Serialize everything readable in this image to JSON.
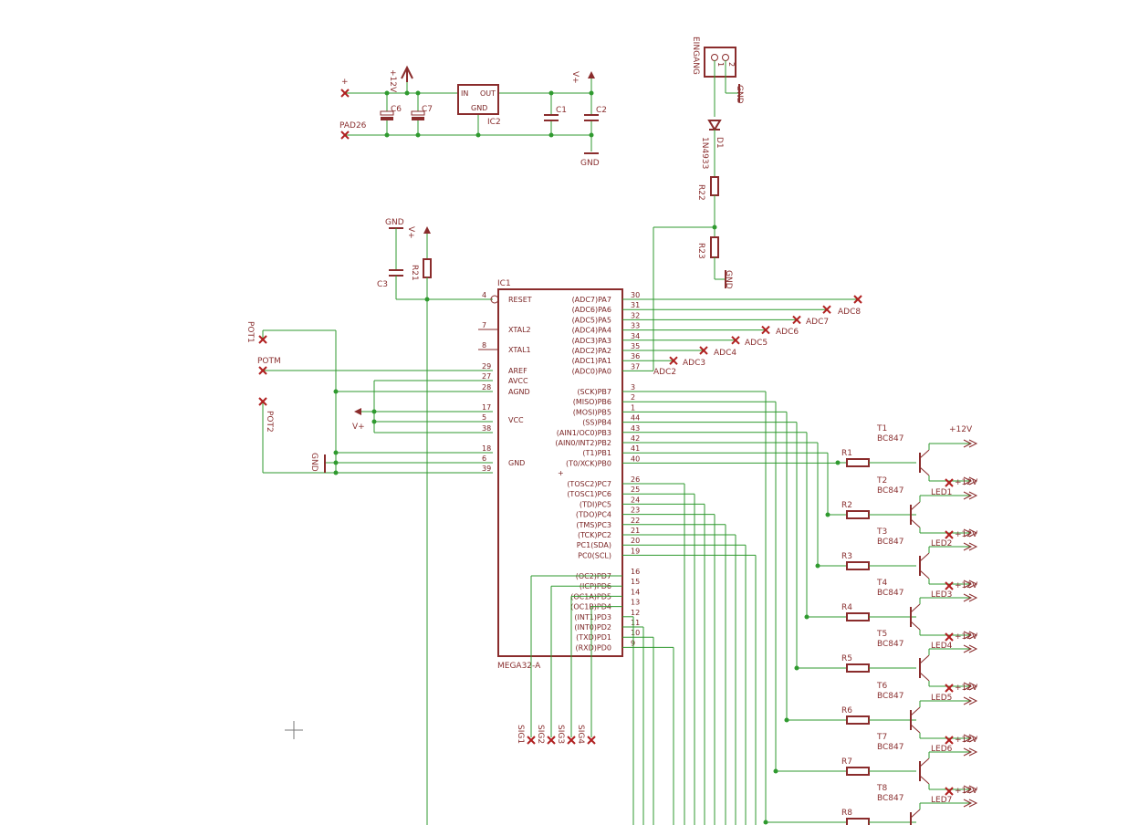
{
  "schematic": {
    "power": {
      "vplus": "V+",
      "plus12": "+12V",
      "gnd": "GND",
      "plus": "+"
    },
    "regulator": {
      "ref": "IC2",
      "in": "IN",
      "out": "OUT",
      "gnd": "GND",
      "caps": [
        "C6",
        "C7",
        "C1",
        "C2"
      ],
      "pad": "PAD26"
    },
    "connector": {
      "name": "EINGANG",
      "pins": [
        "1",
        "2"
      ],
      "diode_ref": "D1",
      "diode_value": "1N4933",
      "res_top": "R22",
      "res_bottom": "R23"
    },
    "reset": {
      "cap": "C3",
      "res": "R21"
    },
    "mcu": {
      "ref": "IC1",
      "value": "MEGA32-A",
      "left_pins": [
        {
          "num": "4",
          "name": "RESET"
        },
        {
          "num": "7",
          "name": "XTAL2"
        },
        {
          "num": "8",
          "name": "XTAL1"
        },
        {
          "num": "29",
          "name": "AREF"
        },
        {
          "num": "27",
          "name": "AVCC"
        },
        {
          "num": "28",
          "name": "AGND"
        },
        {
          "num": "17",
          "name": ""
        },
        {
          "num": "5",
          "name": "VCC"
        },
        {
          "num": "38",
          "name": ""
        },
        {
          "num": "18",
          "name": ""
        },
        {
          "num": "6",
          "name": "GND"
        },
        {
          "num": "39",
          "name": ""
        }
      ],
      "right_pins": [
        {
          "num": "30",
          "name": "(ADC7)PA7"
        },
        {
          "num": "31",
          "name": "(ADC6)PA6"
        },
        {
          "num": "32",
          "name": "(ADC5)PA5"
        },
        {
          "num": "33",
          "name": "(ADC4)PA4"
        },
        {
          "num": "34",
          "name": "(ADC3)PA3"
        },
        {
          "num": "35",
          "name": "(ADC2)PA2"
        },
        {
          "num": "36",
          "name": "(ADC1)PA1"
        },
        {
          "num": "37",
          "name": "(ADC0)PA0"
        },
        {
          "num": "3",
          "name": "(SCK)PB7"
        },
        {
          "num": "2",
          "name": "(MISO)PB6"
        },
        {
          "num": "1",
          "name": "(MOSI)PB5"
        },
        {
          "num": "44",
          "name": "(SS)PB4"
        },
        {
          "num": "43",
          "name": "(AIN1/OC0)PB3"
        },
        {
          "num": "42",
          "name": "(AIN0/INT2)PB2"
        },
        {
          "num": "41",
          "name": "(T1)PB1"
        },
        {
          "num": "40",
          "name": "(T0/XCK)PB0"
        },
        {
          "num": "26",
          "name": "(TOSC2)PC7"
        },
        {
          "num": "25",
          "name": "(TOSC1)PC6"
        },
        {
          "num": "24",
          "name": "(TDI)PC5"
        },
        {
          "num": "23",
          "name": "(TDO)PC4"
        },
        {
          "num": "22",
          "name": "(TMS)PC3"
        },
        {
          "num": "21",
          "name": "(TCK)PC2"
        },
        {
          "num": "20",
          "name": "PC1(SDA)"
        },
        {
          "num": "19",
          "name": "PC0(SCL)"
        },
        {
          "num": "16",
          "name": "(OC2)PD7"
        },
        {
          "num": "15",
          "name": "(ICP)PD6"
        },
        {
          "num": "14",
          "name": "(OC1A)PD5"
        },
        {
          "num": "13",
          "name": "(OC1B)PD4"
        },
        {
          "num": "12",
          "name": "(INT1)PD3"
        },
        {
          "num": "11",
          "name": "(INT0)PD2"
        },
        {
          "num": "10",
          "name": "(TXD)PD1"
        },
        {
          "num": "9",
          "name": "(RXD)PD0"
        }
      ]
    },
    "adc_labels": [
      "ADC8",
      "ADC7",
      "ADC6",
      "ADC5",
      "ADC4",
      "ADC3",
      "ADC2"
    ],
    "pot_labels": [
      "POT1",
      "POTM",
      "POT2"
    ],
    "sig_labels": [
      "SIG1",
      "SIG2",
      "SIG3",
      "SIG4"
    ],
    "drivers": [
      {
        "res": "R1",
        "tr": "T1",
        "type": "BC847",
        "supply": "+12V",
        "led": "LED1"
      },
      {
        "res": "R2",
        "tr": "T2",
        "type": "BC847",
        "supply": "+12V",
        "led": "LED2"
      },
      {
        "res": "R3",
        "tr": "T3",
        "type": "BC847",
        "supply": "+12V",
        "led": "LED3"
      },
      {
        "res": "R4",
        "tr": "T4",
        "type": "BC847",
        "supply": "+12V",
        "led": "LED4"
      },
      {
        "res": "R5",
        "tr": "T5",
        "type": "BC847",
        "supply": "+12V",
        "led": "LED5"
      },
      {
        "res": "R6",
        "tr": "T6",
        "type": "BC847",
        "supply": "+12V",
        "led": "LED6"
      },
      {
        "res": "R7",
        "tr": "T7",
        "type": "BC847",
        "supply": "+12V",
        "led": "LED7"
      },
      {
        "res": "R8",
        "tr": "T8",
        "type": "BC847",
        "supply": "",
        "led": ""
      }
    ],
    "colors": {
      "wire": "#2f9a2f",
      "part": "#8a2c2c",
      "marker": "#b02020",
      "background": "#ffffff"
    }
  }
}
